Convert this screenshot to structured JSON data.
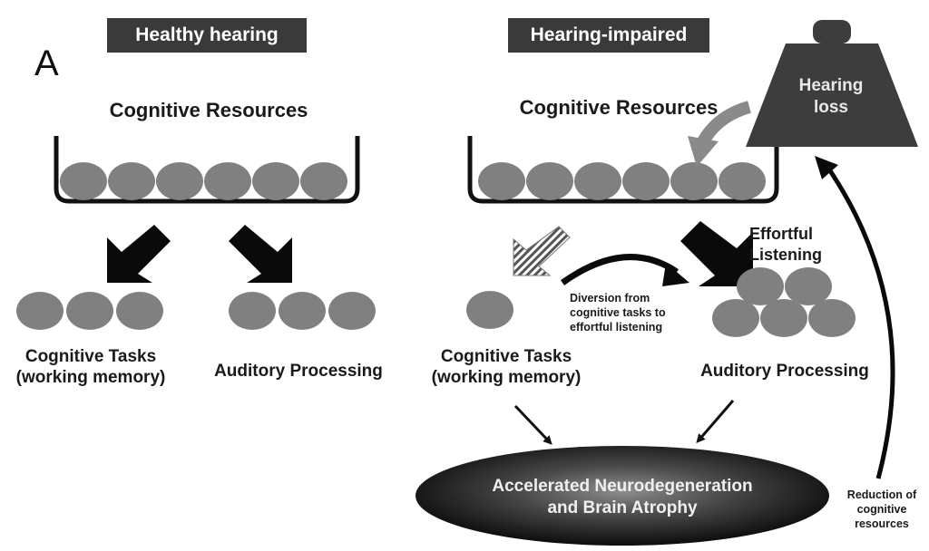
{
  "panel_label": "A",
  "healthy": {
    "header": "Healthy hearing",
    "resources_title": "Cognitive Resources",
    "tasks_label_line1": "Cognitive Tasks",
    "tasks_label_line2": "(working memory)",
    "auditory_label": "Auditory Processing"
  },
  "impaired": {
    "header": "Hearing-impaired",
    "resources_title": "Cognitive Resources",
    "weight_line1": "Hearing",
    "weight_line2": "loss",
    "effortful_line1": "Effortful",
    "effortful_line2": "Listening",
    "diversion_line1": "Diversion from",
    "diversion_line2": "cognitive tasks to",
    "diversion_line3": "effortful listening",
    "tasks_label_line1": "Cognitive Tasks",
    "tasks_label_line2": "(working memory)",
    "auditory_label": "Auditory Processing",
    "outcome_line1": "Accelerated Neurodegeneration",
    "outcome_line2": "and Brain Atrophy",
    "reduction_line1": "Reduction of",
    "reduction_line2": "cognitive",
    "reduction_line3": "resources"
  },
  "colors": {
    "header_bg": "#3a3a3a",
    "circle_fill": "#808080",
    "weight_fill": "#3d3d3d",
    "arrow_fill": "#0a0a0a"
  }
}
